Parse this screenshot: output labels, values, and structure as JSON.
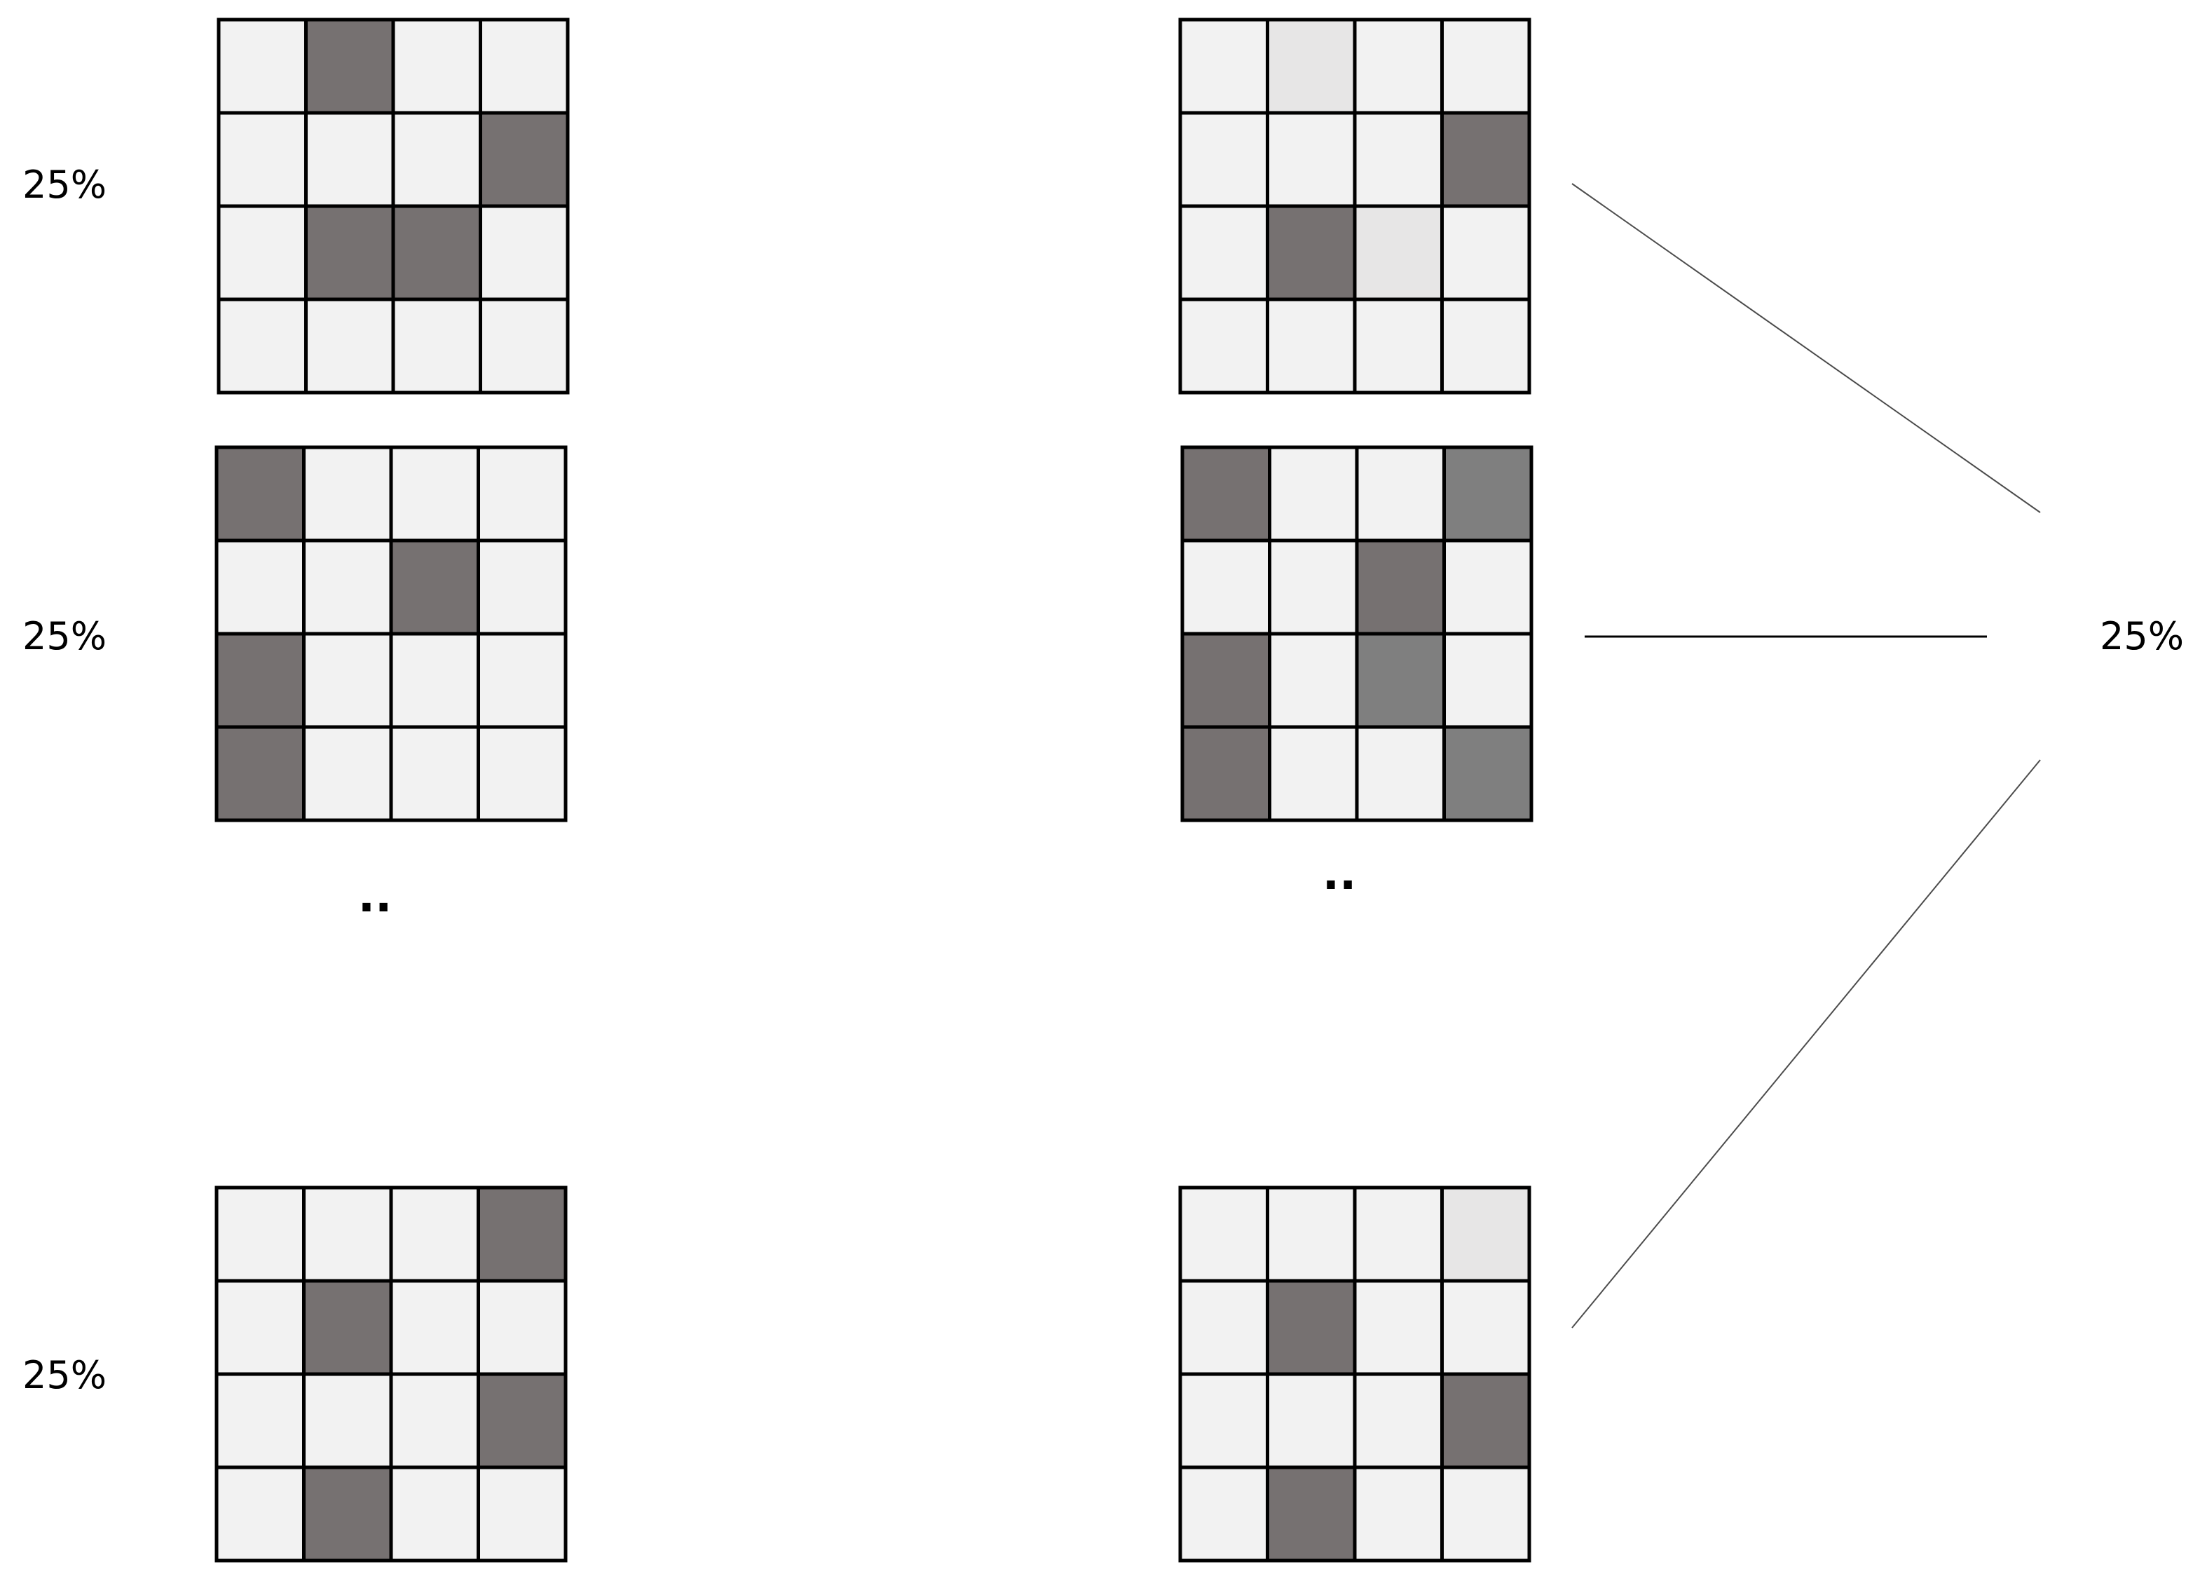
{
  "colors": {
    "light": "#f2f2f2",
    "dark": "#767171",
    "mid": "#7f7f7f",
    "pale": "#e7e6e6",
    "grid_line": "#000000",
    "connector": "#000000"
  },
  "legend": {
    "0": "light",
    "1": "dark",
    "2": "pale",
    "3": "mid"
  },
  "left_column": {
    "labels": [
      "25%",
      "25%",
      "25%"
    ],
    "ellipsis": "..",
    "grids": [
      [
        [
          0,
          1,
          0,
          0
        ],
        [
          0,
          0,
          0,
          1
        ],
        [
          0,
          1,
          1,
          0
        ],
        [
          0,
          0,
          0,
          0
        ]
      ],
      [
        [
          1,
          0,
          0,
          0
        ],
        [
          0,
          0,
          1,
          0
        ],
        [
          1,
          0,
          0,
          0
        ],
        [
          1,
          0,
          0,
          0
        ]
      ],
      [
        [
          0,
          0,
          0,
          1
        ],
        [
          0,
          1,
          0,
          0
        ],
        [
          0,
          0,
          0,
          1
        ],
        [
          0,
          1,
          0,
          0
        ]
      ]
    ]
  },
  "right_column": {
    "ellipsis": "..",
    "grids": [
      [
        [
          0,
          2,
          0,
          0
        ],
        [
          0,
          0,
          0,
          1
        ],
        [
          0,
          1,
          2,
          0
        ],
        [
          0,
          0,
          0,
          0
        ]
      ],
      [
        [
          1,
          0,
          0,
          3
        ],
        [
          0,
          0,
          1,
          0
        ],
        [
          1,
          0,
          3,
          0
        ],
        [
          1,
          0,
          0,
          3
        ]
      ],
      [
        [
          0,
          0,
          0,
          2
        ],
        [
          0,
          1,
          0,
          0
        ],
        [
          0,
          0,
          0,
          1
        ],
        [
          0,
          1,
          0,
          0
        ]
      ]
    ]
  },
  "result_label": "25%"
}
